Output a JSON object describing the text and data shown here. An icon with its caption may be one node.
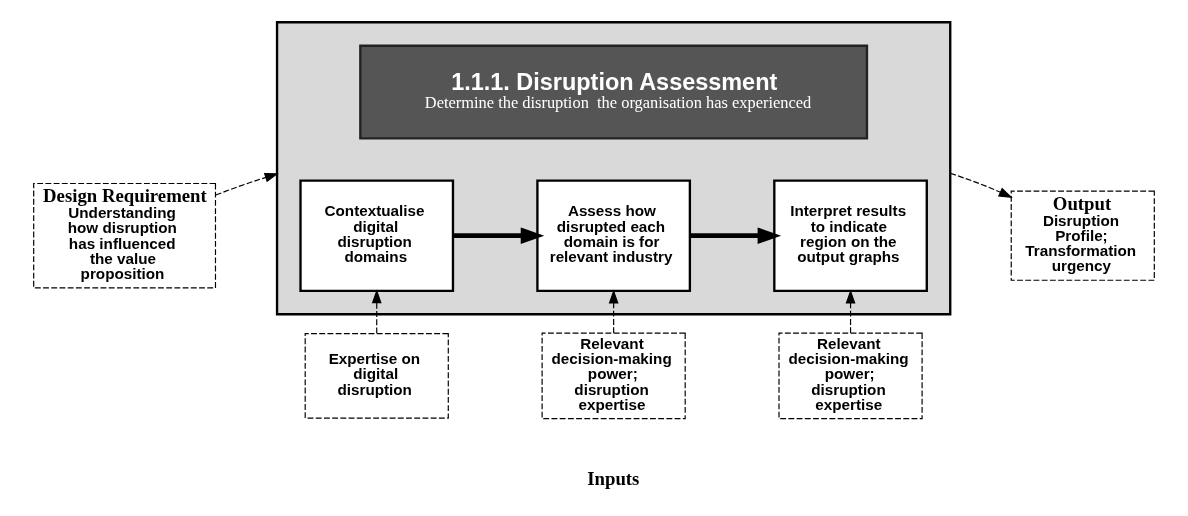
{
  "diagram": {
    "nodes": [
      {
        "text": [],
        "shape": "box"
      },
      {
        "text": [
          "1.1.1. Disruption Assessment",
          "Determine the disruption  the organisation has experienced"
        ],
        "in": 0
      },
      {
        "text": [
          "Contextualise digital disruption domains"
        ],
        "in": 0
      },
      {
        "text": [
          "Assess how disrupted each domain is for relevant industry"
        ],
        "in": 0
      },
      {
        "text": [
          "Interpret results to indicate region on the output graphs"
        ],
        "in": 0
      },
      {
        "text": [
          "Design Requirement",
          "Understanding how disruption has influenced the value proposition"
        ]
      },
      {
        "text": [
          "Output",
          "Disruption Profile; Transformation urgency"
        ]
      },
      {
        "text": [
          "Expertise on digital disruption"
        ]
      },
      {
        "text": [
          "Relevant decision-making power; disruption expertise"
        ]
      },
      {
        "text": [
          "Relevant decision-making power; disruption expertise"
        ]
      }
    ],
    "edges": [
      {
        "from": 5,
        "to": 0,
        "arrow": "to",
        "style": "dashed"
      },
      {
        "from": 0,
        "to": 6,
        "arrow": "to",
        "style": "dashed"
      },
      {
        "from": 2,
        "to": 3,
        "arrow": "to",
        "style": "thick"
      },
      {
        "from": 3,
        "to": 4,
        "arrow": "to",
        "style": "thick"
      },
      {
        "from": 7,
        "to": 2,
        "arrow": "to",
        "style": "dashed"
      },
      {
        "from": 8,
        "to": 3,
        "arrow": "to",
        "style": "dashed"
      },
      {
        "from": 9,
        "to": 4,
        "arrow": "to",
        "style": "dashed"
      }
    ],
    "labels": [
      "Inputs"
    ]
  }
}
